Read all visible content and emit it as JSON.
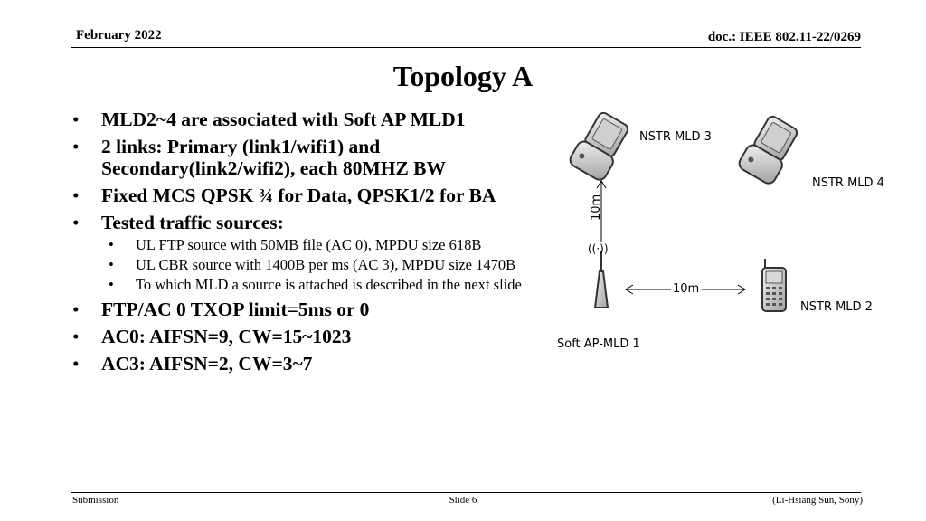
{
  "header": {
    "date": "February 2022",
    "doc": "doc.: IEEE 802.11-22/0269"
  },
  "title": "Topology A",
  "bullets": [
    {
      "text": "MLD2~4 are associated with Soft AP MLD1"
    },
    {
      "text": "2 links: Primary (link1/wifi1) and Secondary(link2/wifi2), each 80MHZ BW"
    },
    {
      "text": "Fixed MCS QPSK ¾ for Data, QPSK1/2 for BA"
    },
    {
      "text": "Tested traffic sources:",
      "sub": [
        "UL FTP source with 50MB file (AC 0), MPDU size 618B",
        "UL CBR source with 1400B per ms  (AC 3), MPDU size 1470B",
        "To which MLD a source is attached is described in the next slide"
      ]
    },
    {
      "text": "FTP/AC 0 TXOP limit=5ms or 0"
    },
    {
      "text": "AC0: AIFSN=9, CW=15~1023"
    },
    {
      "text": "AC3: AIFSN=2, CW=3~7"
    }
  ],
  "diagram": {
    "nstr3": "NSTR MLD 3",
    "nstr4": "NSTR MLD 4",
    "nstr2": "NSTR MLD 2",
    "ap": "Soft AP-MLD 1",
    "dist_v": "10m",
    "dist_h": "10m",
    "wave": "((·))"
  },
  "footer": {
    "left": "Submission",
    "center": "Slide 6",
    "right": "(Li-Hsiang Sun, Sony)"
  }
}
